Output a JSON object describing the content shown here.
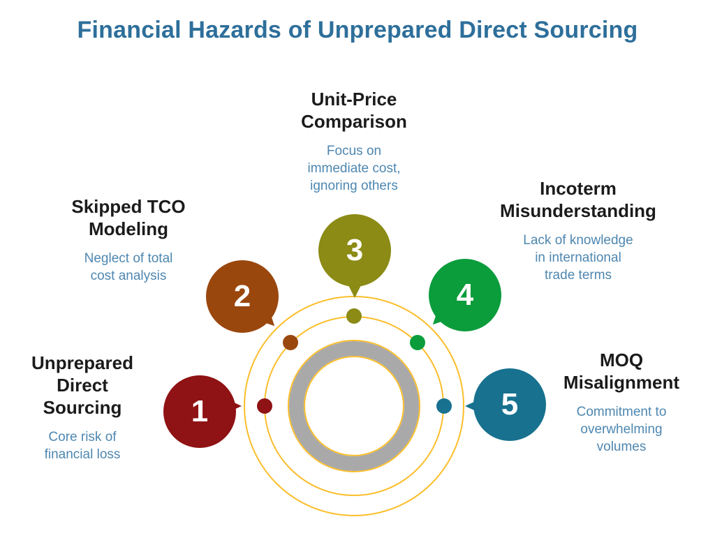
{
  "title": "Financial Hazards of Unprepared Direct Sourcing",
  "colors": {
    "title": "#2E6F9B",
    "heading": "#1B1B1B",
    "description": "#4E87B0",
    "orbit": "#FBBE2B",
    "ring_gray": "#A9A9A9",
    "number_text": "#FFFFFF"
  },
  "items": [
    {
      "number": "1",
      "heading": "Unprepared\nDirect\nSourcing",
      "description": "Core risk of\nfinancial loss",
      "color": "#8F1214"
    },
    {
      "number": "2",
      "heading": "Skipped TCO\nModeling",
      "description": "Neglect of total\ncost analysis",
      "color": "#9A470E"
    },
    {
      "number": "3",
      "heading": "Unit-Price\nComparison",
      "description": "Focus on\nimmediate cost,\nignoring others",
      "color": "#8B8B15"
    },
    {
      "number": "4",
      "heading": "Incoterm\nMisunderstanding",
      "description": "Lack of knowledge\nin international\ntrade terms",
      "color": "#0B9C3C"
    },
    {
      "number": "5",
      "heading": "MOQ\nMisalignment",
      "description": "Commitment to\noverwhelming\nvolumes",
      "color": "#17718F"
    }
  ]
}
